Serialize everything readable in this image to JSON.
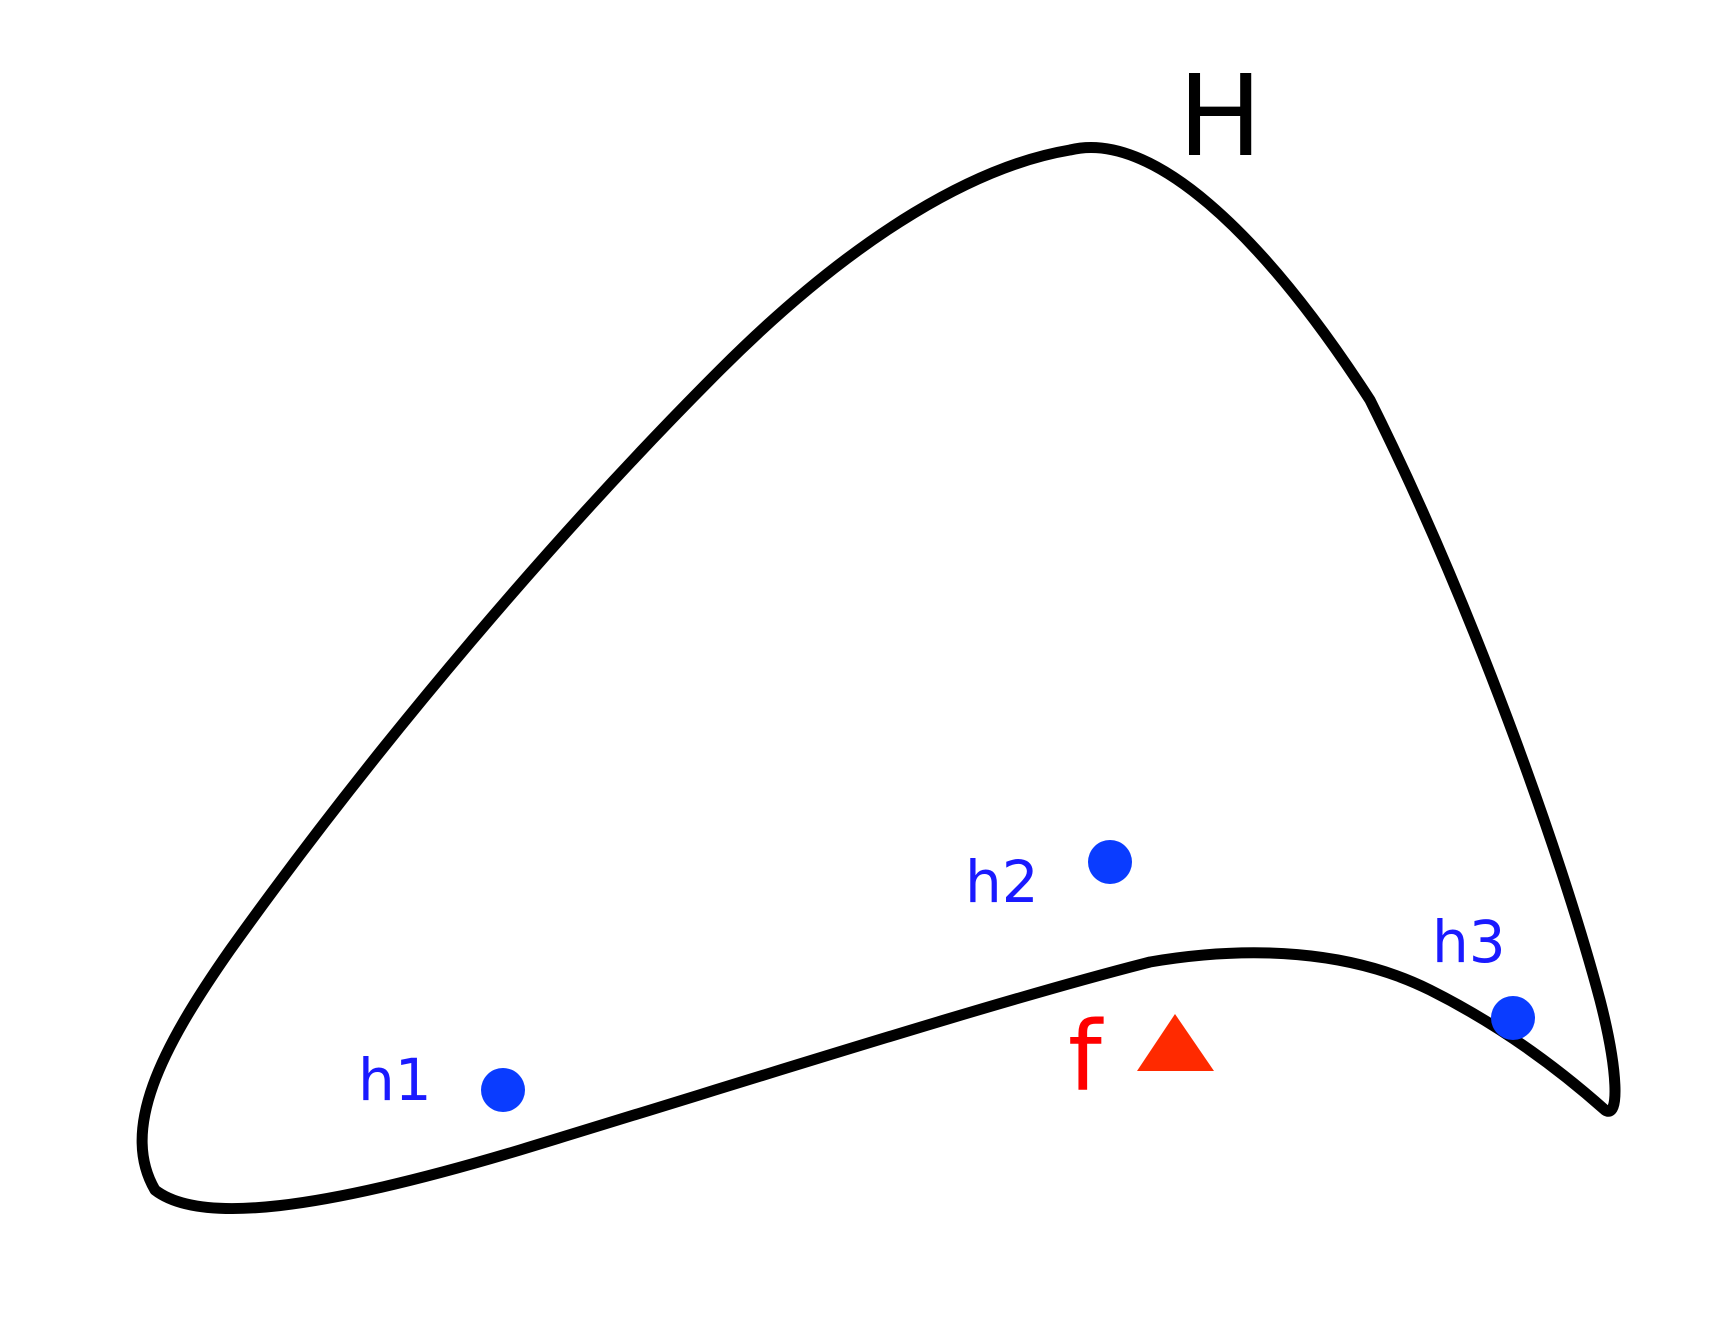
{
  "diagram": {
    "set_label": "H",
    "points": [
      {
        "label": "h1"
      },
      {
        "label": "h2"
      },
      {
        "label": "h3"
      }
    ],
    "target": {
      "label": "f",
      "marker": "triangle"
    },
    "colors": {
      "outline": "#000000",
      "set_label": "#000000",
      "points": "#0a3cff",
      "point_labels": "#1a1aff",
      "target": "#ff2a00",
      "target_label": "#ff0000"
    }
  }
}
